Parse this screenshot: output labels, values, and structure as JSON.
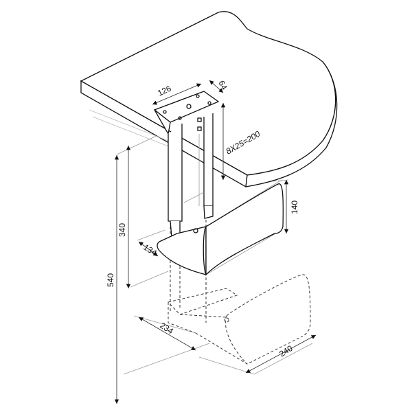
{
  "dimensions": {
    "bracket_width": "126",
    "bracket_depth": "64",
    "height_adjust": "8X25=200",
    "tray_side_height": "140",
    "min_height": "340",
    "tray_width": "134",
    "max_height": "540",
    "tray_depth": "234",
    "tray_length": "240"
  }
}
